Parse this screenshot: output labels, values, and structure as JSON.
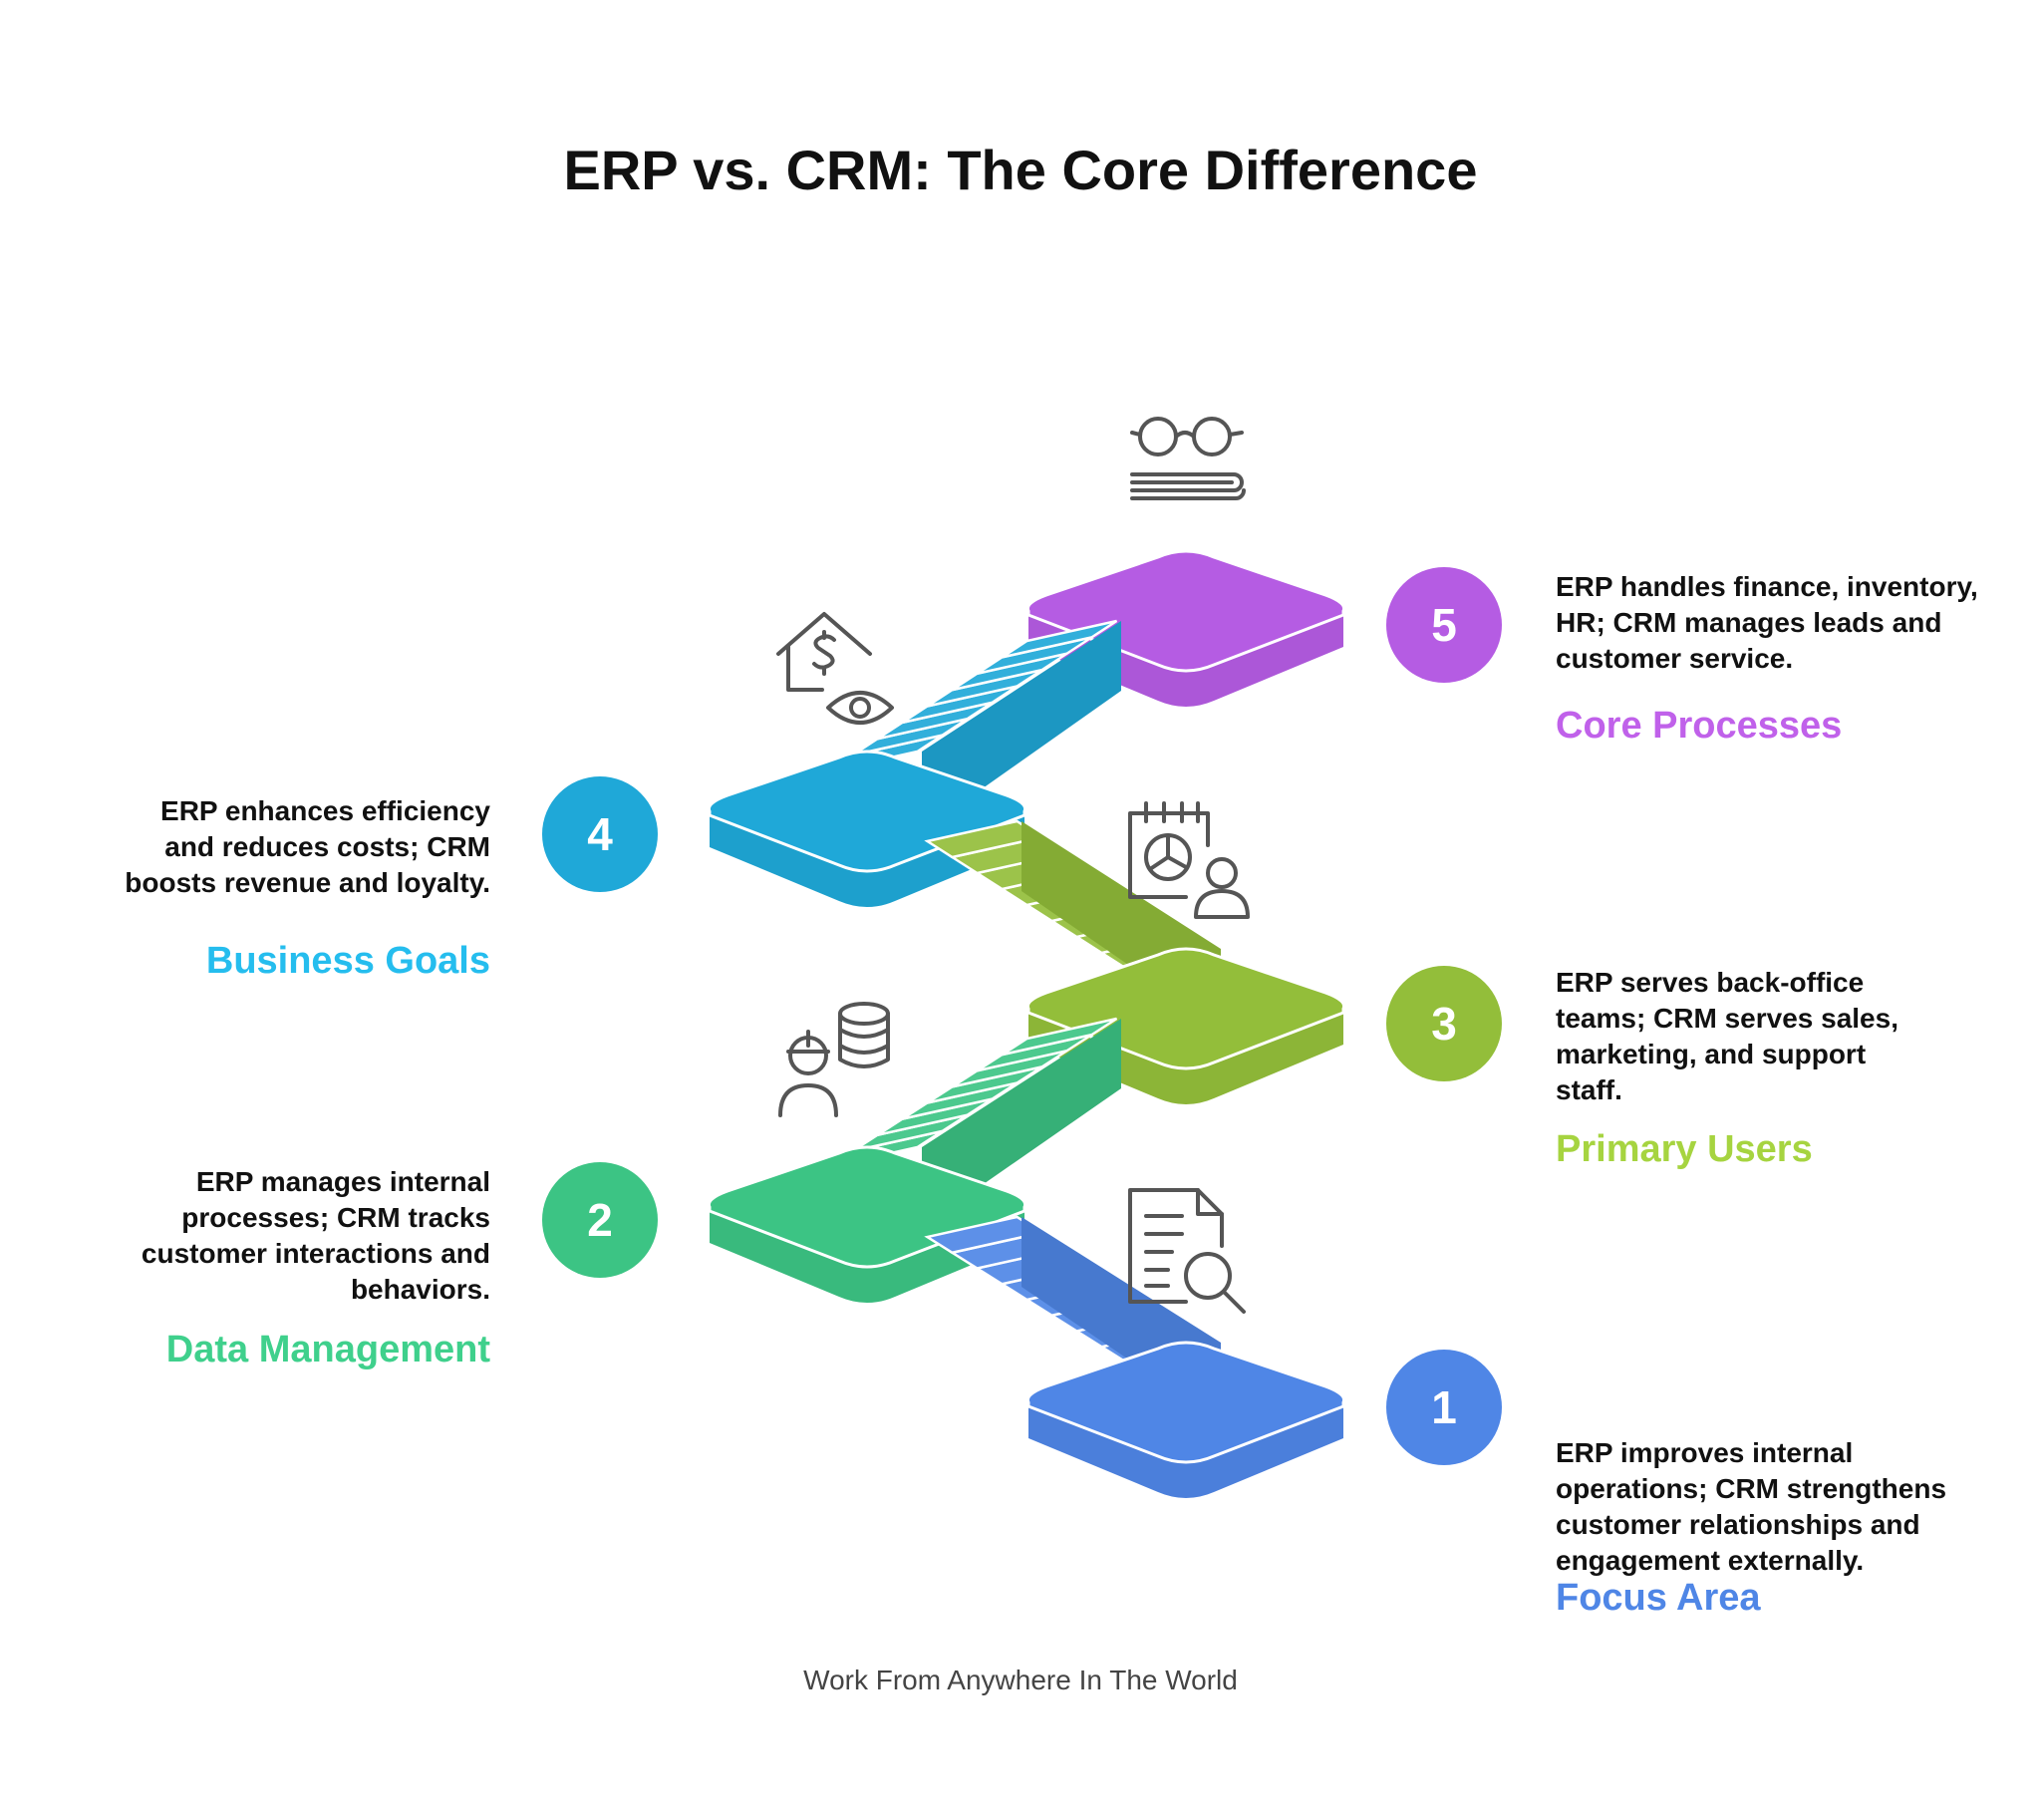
{
  "title": "ERP vs. CRM: The Core Difference",
  "footer": "Work From Anywhere In The World",
  "steps": [
    {
      "number": "1",
      "label": "Focus Area",
      "description": "ERP improves internal operations; CRM strengthens customer relationships and engagement externally.",
      "color": "#4f86e6",
      "icon": "document-search-icon"
    },
    {
      "number": "2",
      "label": "Data Management",
      "description": "ERP manages internal processes; CRM tracks customer interactions and behaviors.",
      "color": "#3cc484",
      "icon": "worker-database-icon"
    },
    {
      "number": "3",
      "label": "Primary Users",
      "description": "ERP serves back-office teams; CRM serves sales, marketing, and support staff.",
      "color": "#93be3a",
      "icon": "calendar-chart-user-icon"
    },
    {
      "number": "4",
      "label": "Business Goals",
      "description": "ERP enhances efficiency and reduces costs; CRM boosts revenue and loyalty.",
      "color": "#1fa8d8",
      "icon": "house-dollar-eye-icon"
    },
    {
      "number": "5",
      "label": "Core Processes",
      "description": "ERP handles finance, inventory, HR; CRM manages leads and customer service.",
      "color": "#b55ce3",
      "icon": "glasses-book-icon"
    }
  ],
  "label_colors": {
    "1": "#4f86e6",
    "2": "#3fd08c",
    "3": "#a6d440",
    "4": "#25bdee",
    "5": "#c061ea"
  }
}
